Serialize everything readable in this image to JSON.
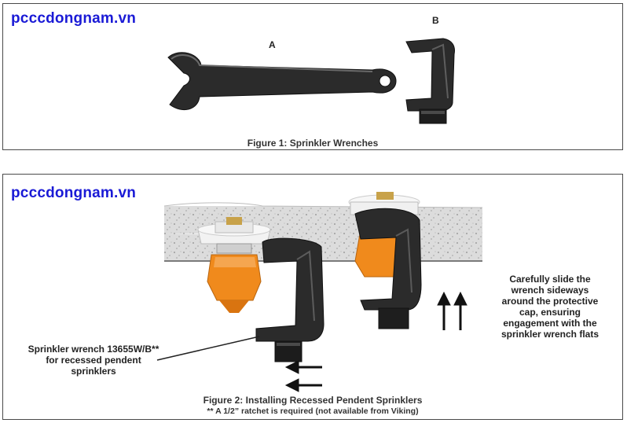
{
  "watermark": "pcccdongnam.vn",
  "figure1": {
    "label_a": "A",
    "label_b": "B",
    "caption": "Figure 1: Sprinkler Wrenches"
  },
  "figure2": {
    "caption": "Figure 2: Installing Recessed Pendent Sprinklers",
    "note": "** A 1/2” ratchet is required (not available from Viking)",
    "wrench_callout": [
      "Sprinkler wrench 13655W/B**",
      "for recessed pendent",
      "sprinklers"
    ],
    "instruction_callout": [
      "Carefully slide the",
      "wrench sideways",
      "around the protective",
      "cap, ensuring",
      "engagement with the",
      "sprinkler wrench flats"
    ]
  },
  "colors": {
    "watermark": "#1a1ad6",
    "wrench": "#2b2b2b",
    "sprinkler_orange": "#f08a1c",
    "sprinkler_white": "#f2f2f2",
    "ceiling": "#d9d9d9",
    "border": "#4a4a4a"
  }
}
